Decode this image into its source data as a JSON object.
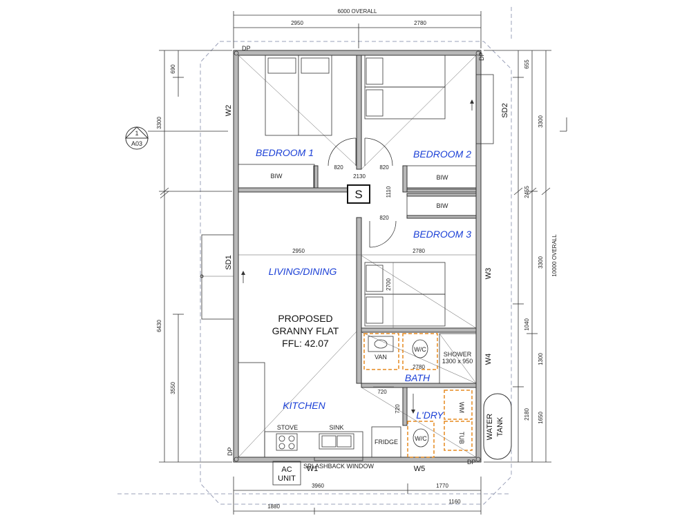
{
  "plan": {
    "title_lines": [
      "PROPOSED",
      "GRANNY FLAT",
      "FFL: 42.07"
    ],
    "rooms": {
      "bedroom1": "BEDROOM 1",
      "bedroom2": "BEDROOM 2",
      "bedroom3": "BEDROOM 3",
      "living": "LIVING/DINING",
      "kitchen": "KITCHEN",
      "bath": "BATH",
      "laundry": "L'DRY"
    },
    "fixtures": {
      "biw": "BIW",
      "van": "VAN",
      "wc": "W/C",
      "shower": "SHOWER",
      "shower_size": "1300 x 950",
      "stove": "STOVE",
      "sink": "SINK",
      "fridge": "FRIDGE",
      "wm": "WM",
      "tub": "TUB",
      "splashback": "SPLASHBACK WINDOW",
      "ac_line1": "AC",
      "ac_line2": "UNIT",
      "tank_line1": "WATER",
      "tank_line2": "TANK",
      "stair_symbol": "S",
      "dp": "DP"
    },
    "windows": {
      "w1": "W1",
      "w2": "W2",
      "w3": "W3",
      "w4": "W4",
      "w5": "W5",
      "sd1": "SD1",
      "sd2": "SD2"
    },
    "section_marker": {
      "number": "1",
      "sheet": "A03"
    },
    "dimensions": {
      "overall_width": "6000 OVERALL",
      "overall_depth": "10000 OVERALL",
      "top_left": "2950",
      "top_right": "2780",
      "bottom_left": "1880",
      "bottom_mid": "3960",
      "bottom_right_a": "1770",
      "bottom_right_b": "1160",
      "left_a": "690",
      "left_b": "3300",
      "left_c": "6430",
      "left_d": "3550",
      "right_a": "655",
      "right_b": "3300",
      "right_c": "2455",
      "right_d": "3300",
      "right_e": "1040",
      "right_f": "1300",
      "right_g": "2180",
      "right_h": "1650",
      "door_820": "820",
      "hall_2130": "2130",
      "hall_1110": "1110",
      "int_2950": "2950",
      "int_2780": "2780",
      "int_2700": "2700",
      "bath_2780": "2780",
      "lau_720a": "720",
      "lau_720b": "720"
    }
  }
}
